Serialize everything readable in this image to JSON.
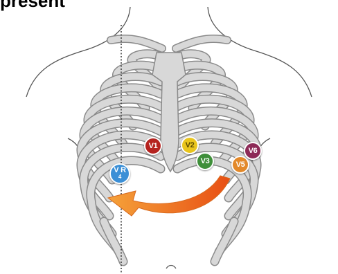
{
  "heading": "present",
  "electrodes": [
    {
      "id": "v1",
      "label": "V1",
      "color": "#b5231f"
    },
    {
      "id": "v2",
      "label": "V2",
      "color": "#e9c51d",
      "text_color": "#5a4a00"
    },
    {
      "id": "v3",
      "label": "V3",
      "color": "#3f8f3a"
    },
    {
      "id": "v4r",
      "label": "V R",
      "sub": "4",
      "color": "#3b8fd6"
    },
    {
      "id": "v5",
      "label": "V5",
      "color": "#e3892a"
    },
    {
      "id": "v6",
      "label": "V6",
      "color": "#8d2a57"
    }
  ],
  "colors": {
    "bone_fill": "#d8d8d8",
    "bone_stroke": "#8a8a8a",
    "body_outline": "#555555",
    "arrow_start": "#f08a2a",
    "arrow_end": "#e84f14",
    "guide_line": "#333333"
  }
}
